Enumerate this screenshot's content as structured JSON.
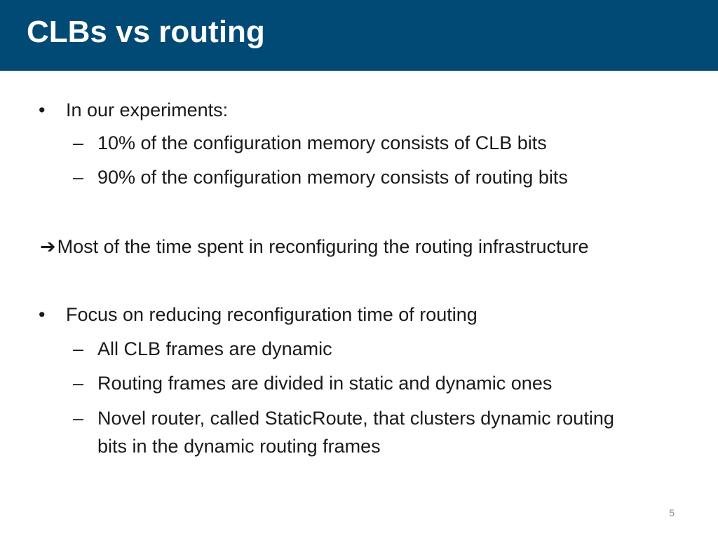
{
  "slide": {
    "title": "CLBs vs routing",
    "page_number": "5",
    "bullet_1": {
      "text": "In our experiments:",
      "sub_1": "10% of the configuration memory consists of CLB bits",
      "sub_2": "90% of the configuration memory consists of routing bits"
    },
    "conclusion": {
      "icon": "right-arrow-icon",
      "text": "Most of the time spent in reconfiguring the routing infrastructure"
    },
    "bullet_2": {
      "text": "Focus on reducing reconfiguration time of routing",
      "sub_1": "All CLB frames are dynamic",
      "sub_2": "Routing frames are divided in static and dynamic ones",
      "sub_3_line_1": "Novel router, called StaticRoute, that clusters dynamic routing",
      "sub_3_line_2": "bits in the dynamic routing frames"
    },
    "colors": {
      "title_bar": "#004a75",
      "title_text": "#ffffff",
      "body_text": "#1a1a1a"
    }
  }
}
